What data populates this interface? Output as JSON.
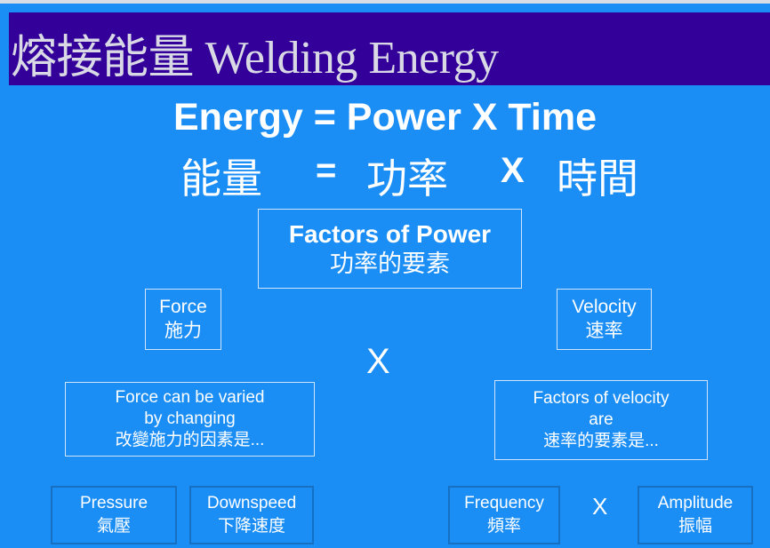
{
  "title": "熔接能量 Welding Energy",
  "equation_en": "Energy = Power X Time",
  "equation_zh": {
    "energy": "能量",
    "equals": "=",
    "power": "功率",
    "times": "X",
    "time": "時間"
  },
  "power_box": {
    "en": "Factors of Power",
    "zh": "功率的要素"
  },
  "force_box": {
    "en": "Force",
    "zh": "施力"
  },
  "velocity_box": {
    "en": "Velocity",
    "zh": "速率"
  },
  "multiply_sign": "X",
  "force_factors_box": {
    "line1": "Force can be varied",
    "line2": "by changing",
    "zh": "改變施力的因素是..."
  },
  "velocity_factors_box": {
    "line1": "Factors of velocity",
    "line2": "are",
    "zh": "速率的要素是..."
  },
  "bottom": {
    "pressure": {
      "en": "Pressure",
      "zh": "氣壓"
    },
    "downspeed": {
      "en": "Downspeed",
      "zh": "下降速度"
    },
    "frequency": {
      "en": "Frequency",
      "zh": "頻率"
    },
    "times": "X",
    "amplitude": {
      "en": "Amplitude",
      "zh": "振幅"
    }
  }
}
